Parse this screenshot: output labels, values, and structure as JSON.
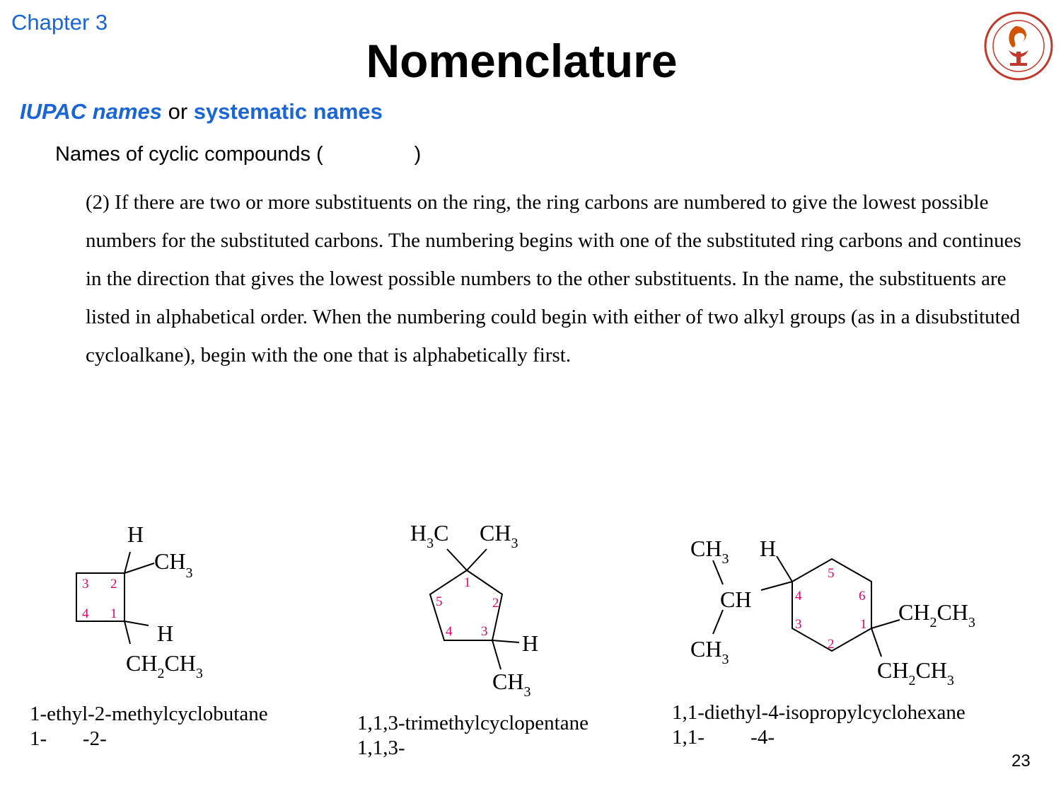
{
  "header": {
    "chapter": "Chapter 3",
    "title": "Nomenclature"
  },
  "logo": {
    "icon": "university-seal-icon",
    "color": "#c0392b"
  },
  "subtitle": {
    "part1": "IUPAC names",
    "part2": " or ",
    "part3": "systematic names"
  },
  "section": {
    "heading": "Names of cyclic compounds (                )"
  },
  "rule_text": "(2) If there are two or more substituents on the ring, the ring carbons are numbered to give the lowest possible numbers for the substituted carbons. The numbering begins with one of the substituted ring carbons and continues in the direction that gives the lowest possible numbers to the other substituents. In the name, the substituents are listed in alphabetical order. When the numbering could begin with either of two alkyl groups (as in a disubstituted cycloalkane), begin with the one that is alphabetically first.",
  "compounds": [
    {
      "name": "1-ethyl-2-methylcyclobutane",
      "name_alt": "1-       -2-",
      "labels": {
        "h_top": "H",
        "ch3": "CH",
        "ch3_sub": "3",
        "h_bottom": "H",
        "ethyl_a": "CH",
        "ethyl_sub1": "2",
        "ethyl_b": "CH",
        "ethyl_sub2": "3"
      },
      "ring_numbers": [
        "3",
        "2",
        "4",
        "1"
      ]
    },
    {
      "name": "1,1,3-trimethylcyclopentane",
      "name_alt": "1,1,3-",
      "labels": {
        "h3c_a": "H",
        "h3c_sub": "3",
        "h3c_b": "C",
        "ch3_a": "CH",
        "ch3_sub": "3",
        "h": "H",
        "ch3_bottom": "CH",
        "ch3_bottom_sub": "3"
      },
      "ring_numbers": [
        "1",
        "2",
        "3",
        "4",
        "5"
      ]
    },
    {
      "name": "1,1-diethyl-4-isopropylcyclohexane",
      "name_alt": "1,1-         -4-",
      "labels": {
        "ch3_top": "CH",
        "ch3_top_sub": "3",
        "h": "H",
        "ch": "CH",
        "ch3_bottom": "CH",
        "ch3_bottom_sub": "3",
        "ethyl1_a": "CH",
        "ethyl1_sub1": "2",
        "ethyl1_b": "CH",
        "ethyl1_sub2": "3",
        "ethyl2_a": "CH",
        "ethyl2_sub1": "2",
        "ethyl2_b": "CH",
        "ethyl2_sub2": "3"
      },
      "ring_numbers": [
        "5",
        "6",
        "4",
        "1",
        "3",
        "2"
      ]
    }
  ],
  "ring_number_color": "#e0006e",
  "page_number": "23"
}
